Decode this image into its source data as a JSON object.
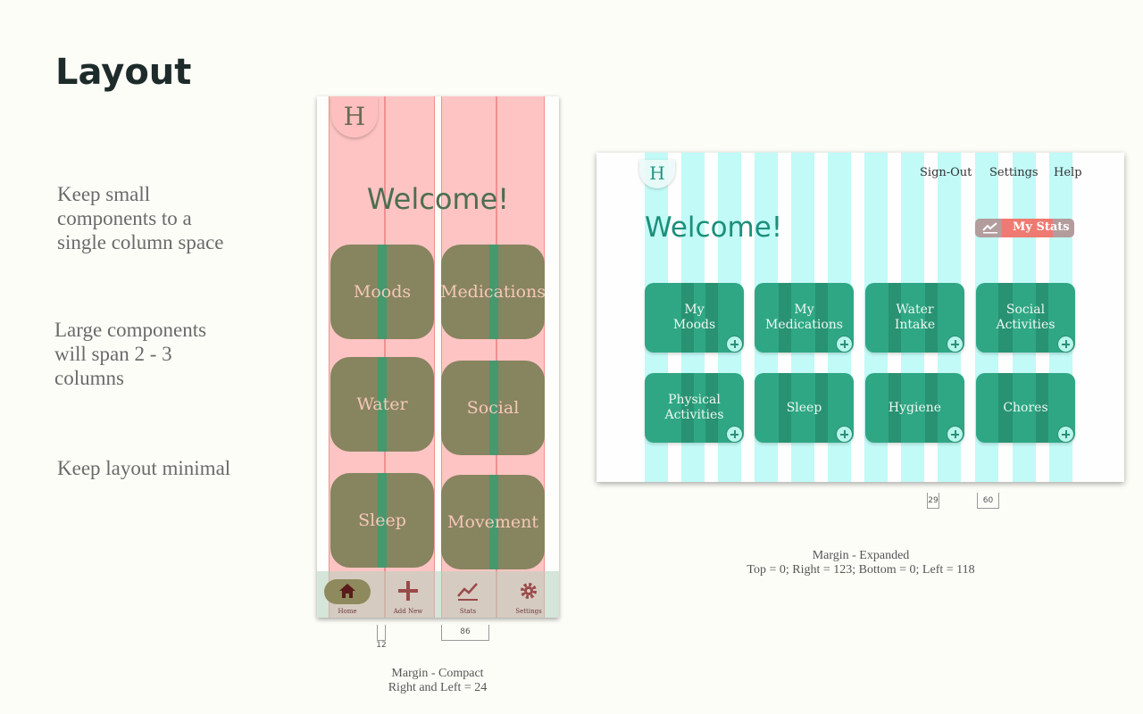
{
  "page": {
    "title": "Layout",
    "notes": [
      "Keep small\ncomponents to a\nsingle column space",
      "Large components\nwill span 2 - 3\ncolumns",
      "Keep layout minimal"
    ]
  },
  "compact": {
    "logo": "H",
    "welcome": "Welcome!",
    "tiles": [
      "Moods",
      "Medications",
      "Water",
      "Social",
      "Sleep",
      "Movement"
    ],
    "nav": [
      {
        "label": "Home",
        "icon": "home-icon",
        "active": true
      },
      {
        "label": "Add New",
        "icon": "plus-icon",
        "active": false
      },
      {
        "label": "Stats",
        "icon": "stats-chart-icon",
        "active": false
      },
      {
        "label": "Settings",
        "icon": "gear-icon",
        "active": false
      }
    ],
    "dim_gutter": "12",
    "dim_column": "86",
    "caption_line1": "Margin - Compact",
    "caption_line2": "Right and  Left = 24",
    "column_color": "#ff9696",
    "tile_color": "#878460"
  },
  "expanded": {
    "logo": "H",
    "menu": [
      "Sign-Out",
      "Settings",
      "Help"
    ],
    "welcome": "Welcome!",
    "stats_button": "My Stats",
    "cards": [
      "My\nMoods",
      "My\nMedications",
      "Water\nIntake",
      "Social\nActivities",
      "Physical\nActivities",
      "Sleep",
      "Hygiene",
      "Chores"
    ],
    "dim_gutter": "29",
    "dim_column": "60",
    "caption_line1": "Margin - Expanded",
    "caption_line2": "Top = 0;  Right = 123;  Bottom = 0;  Left = 118",
    "column_color": "#6ef5eb",
    "card_color": "#2fa784"
  }
}
